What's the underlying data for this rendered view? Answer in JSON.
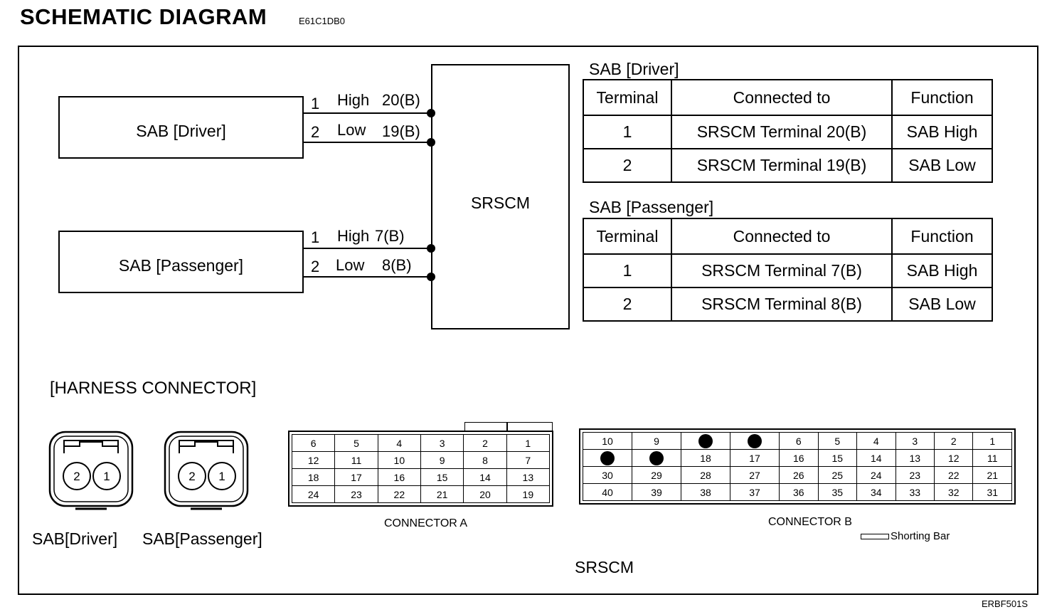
{
  "header": {
    "title": "SCHEMATIC DIAGRAM",
    "code": "E61C1DB0"
  },
  "figure_code": "ERBF501S",
  "schematic": {
    "driver_box": "SAB [Driver]",
    "passenger_box": "SAB [Passenger]",
    "module_box": "SRSCM",
    "driver_wires": [
      {
        "pin": "1",
        "name": "High",
        "term": "20(B)"
      },
      {
        "pin": "2",
        "name": "Low",
        "term": "19(B)"
      }
    ],
    "passenger_wires": [
      {
        "pin": "1",
        "name": "High",
        "term": "7(B)"
      },
      {
        "pin": "2",
        "name": "Low",
        "term": "8(B)"
      }
    ]
  },
  "tables": {
    "driver": {
      "title": "SAB [Driver]",
      "headers": [
        "Terminal",
        "Connected to",
        "Function"
      ],
      "rows": [
        [
          "1",
          "SRSCM Terminal 20(B)",
          "SAB High"
        ],
        [
          "2",
          "SRSCM Terminal 19(B)",
          "SAB Low"
        ]
      ]
    },
    "passenger": {
      "title": "SAB [Passenger]",
      "headers": [
        "Terminal",
        "Connected to",
        "Function"
      ],
      "rows": [
        [
          "1",
          "SRSCM Terminal 7(B)",
          "SAB High"
        ],
        [
          "2",
          "SRSCM Terminal 8(B)",
          "SAB Low"
        ]
      ]
    }
  },
  "harness": {
    "title": "[HARNESS CONNECTOR]",
    "sab_driver": {
      "pins": [
        "2",
        "1"
      ],
      "label": "SAB[Driver]"
    },
    "sab_passenger": {
      "pins": [
        "2",
        "1"
      ],
      "label": "SAB[Passenger]"
    },
    "connector_a": {
      "label": "CONNECTOR A",
      "rows": [
        [
          "6",
          "5",
          "4",
          "3",
          "2",
          "1"
        ],
        [
          "12",
          "11",
          "10",
          "9",
          "8",
          "7"
        ],
        [
          "18",
          "17",
          "16",
          "15",
          "14",
          "13"
        ],
        [
          "24",
          "23",
          "22",
          "21",
          "20",
          "19"
        ]
      ]
    },
    "connector_b": {
      "label": "CONNECTOR B",
      "rows": [
        [
          "10",
          "9",
          "",
          "",
          "6",
          "5",
          "4",
          "3",
          "2",
          "1"
        ],
        [
          "",
          "",
          "18",
          "17",
          "16",
          "15",
          "14",
          "13",
          "12",
          "11"
        ],
        [
          "30",
          "29",
          "28",
          "27",
          "26",
          "25",
          "24",
          "23",
          "22",
          "21"
        ],
        [
          "40",
          "39",
          "38",
          "37",
          "36",
          "35",
          "34",
          "33",
          "32",
          "31"
        ]
      ]
    },
    "shorting_bar": "Shorting Bar",
    "module_label": "SRSCM"
  }
}
